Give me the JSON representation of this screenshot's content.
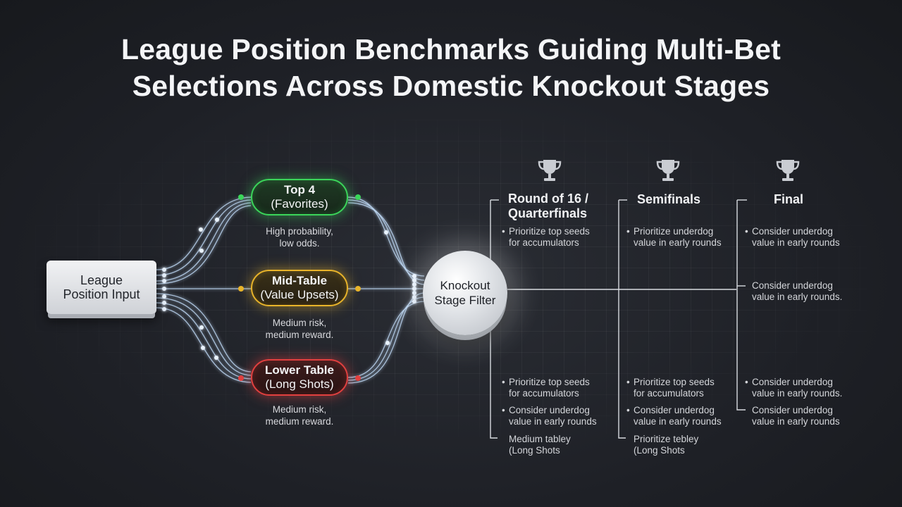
{
  "title": {
    "line1": "League Position Benchmarks Guiding Multi-Bet",
    "line2": "Selections Across Domestic Knockout Stages"
  },
  "input": {
    "label": "League Position Input"
  },
  "tiers": [
    {
      "line1": "Top 4",
      "line2": "(Favorites)",
      "caption_1": "High probability,",
      "caption_2": "low odds.",
      "color": "#3bd65a"
    },
    {
      "line1": "Mid-Table",
      "line2": "(Value Upsets)",
      "caption_1": "Medium risk,",
      "caption_2": "medium reward.",
      "color": "#e9b42a"
    },
    {
      "line1": "Lower Table",
      "line2": "(Long Shots)",
      "caption_1": "Medium risk,",
      "caption_2": "medium reward.",
      "color": "#e2403f"
    }
  ],
  "filter": {
    "label": "Knockout Stage Filter"
  },
  "stages": [
    {
      "heading_1": "Round of 16 /",
      "heading_2": "Quarterfinals",
      "icon": "trophy-icon",
      "top_note": {
        "l1": "Prioritize top seeds",
        "l2": "for accumulators"
      },
      "bottom_notes": [
        {
          "l1": "Prioritize top seeds",
          "l2": "for accumulators"
        },
        {
          "l1": "Consider underdog",
          "l2": "value in early rounds"
        },
        {
          "l1": "Medium tabley",
          "l2": "(Long Shots"
        }
      ]
    },
    {
      "heading_1": "Semifinals",
      "icon": "trophy-icon",
      "top_note": {
        "l1": "Prioritize underdog",
        "l2": "value in early rounds"
      },
      "bottom_notes": [
        {
          "l1": "Prioritize top seeds",
          "l2": "for accumulators"
        },
        {
          "l1": "Consider underdog",
          "l2": "value in early rounds"
        },
        {
          "l1": "Prioritize tebley",
          "l2": "(Long Shots"
        }
      ]
    },
    {
      "heading_1": "Final",
      "icon": "trophy-icon",
      "top_note": {
        "l1": "Consider underdog",
        "l2": "value in early rounds"
      },
      "mid_note": {
        "l1": "Consider underdog",
        "l2": "value in early rounds."
      },
      "bottom_notes": [
        {
          "l1": "Consider underdog",
          "l2": "value in early rounds."
        },
        {
          "l1": "Consider underdog",
          "l2": "value in early rounds"
        }
      ]
    }
  ]
}
